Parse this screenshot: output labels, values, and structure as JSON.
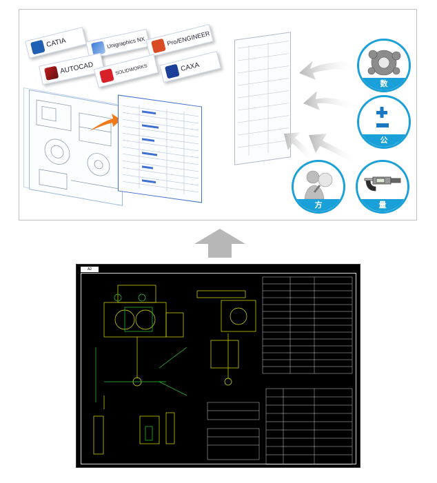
{
  "cad_software": {
    "items": [
      {
        "label": "CATIA",
        "logo": "catia-logo-icon",
        "color": "#1e5fb4"
      },
      {
        "label": "Unigraphics NX",
        "logo": "nx-logo-icon",
        "color": "#3d7bd6"
      },
      {
        "label": "Pro/ENGINEER",
        "logo": "proe-logo-icon",
        "color": "#d94b23"
      },
      {
        "label": "AUTOCAD",
        "logo": "autocad-logo-icon",
        "color": "#c21e1e"
      },
      {
        "label": "SOLIDWORKS",
        "logo": "solidworks-logo-icon",
        "color": "#d8202b"
      },
      {
        "label": "CAXA",
        "logo": "caxa-logo-icon",
        "color": "#1c3f9a"
      }
    ]
  },
  "badges": {
    "items": [
      {
        "caption": "数",
        "icon": "gear-parts-icon"
      },
      {
        "caption": "公",
        "icon": "tolerance-icon"
      },
      {
        "caption": "方",
        "icon": "person-magnifier-icon"
      },
      {
        "caption": "量",
        "icon": "micrometer-icon"
      }
    ]
  },
  "drawing": {
    "tag": "A2"
  },
  "colors": {
    "accent": "#1aa0d8",
    "arrow_orange": "#f07a1a",
    "arrow_gray": "#b7b7b7",
    "cad_line_yellow": "#e6e600",
    "cad_line_green": "#33cc33"
  }
}
